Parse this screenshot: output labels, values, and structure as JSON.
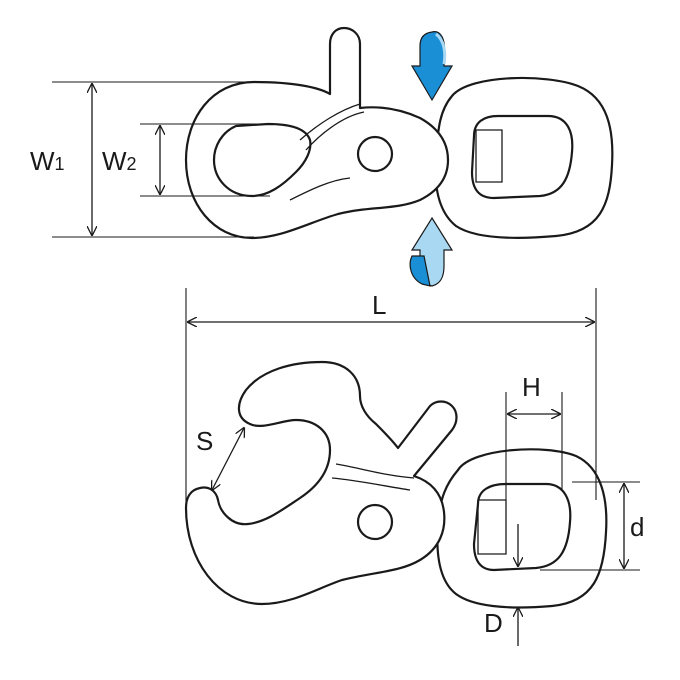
{
  "labels": {
    "w1": "W",
    "w1_sub": "1",
    "w2": "W",
    "w2_sub": "2",
    "l": "L",
    "h": "H",
    "s": "S",
    "d_lower": "d",
    "d_upper": "D"
  },
  "colors": {
    "outline": "#1a1a1a",
    "arrow_dark": "#1a8fd6",
    "arrow_light": "#a9d8f2"
  },
  "icons": {
    "rotate_down": "swivel-rotate-down-icon",
    "rotate_up": "swivel-rotate-up-icon"
  }
}
